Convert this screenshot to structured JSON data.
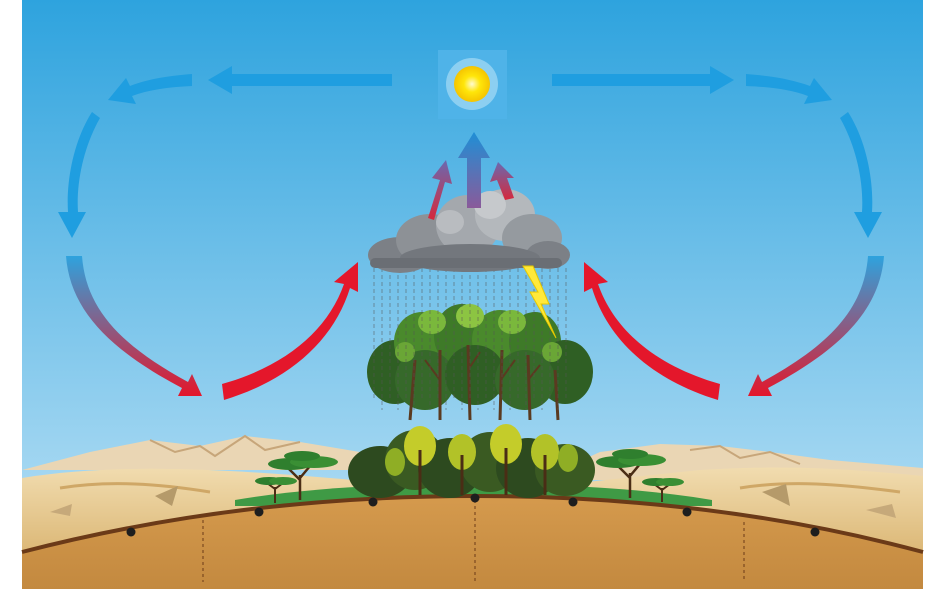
{
  "diagram": {
    "labels": [],
    "elements": {
      "sun": "sun-icon",
      "cloud": "storm-cloud",
      "lightning": "lightning-bolt",
      "rain": "rainfall",
      "forest": "rainforest-canopy",
      "savanna": "savanna-acacia-trees",
      "desert": "sand-dunes",
      "mountains": "distant-mountains",
      "ground": "earth-cross-section"
    },
    "circulation": {
      "rising_air": [
        "red-purple-updraft-left",
        "blue-updraft-center",
        "red-purple-updraft-right"
      ],
      "upper_flow": [
        "left",
        "right"
      ],
      "descending_flow": [
        "left",
        "right"
      ],
      "surface_return": [
        "left-to-forest",
        "right-to-forest"
      ]
    },
    "colors": {
      "sky_top": "#2ea3de",
      "sky_bottom": "#bfe3f6",
      "cool_air": "#1f9ee0",
      "warm_air": "#e4172b",
      "sun": "#ffe60a",
      "soil": "#c98f44",
      "sand": "#e8cc97"
    }
  }
}
